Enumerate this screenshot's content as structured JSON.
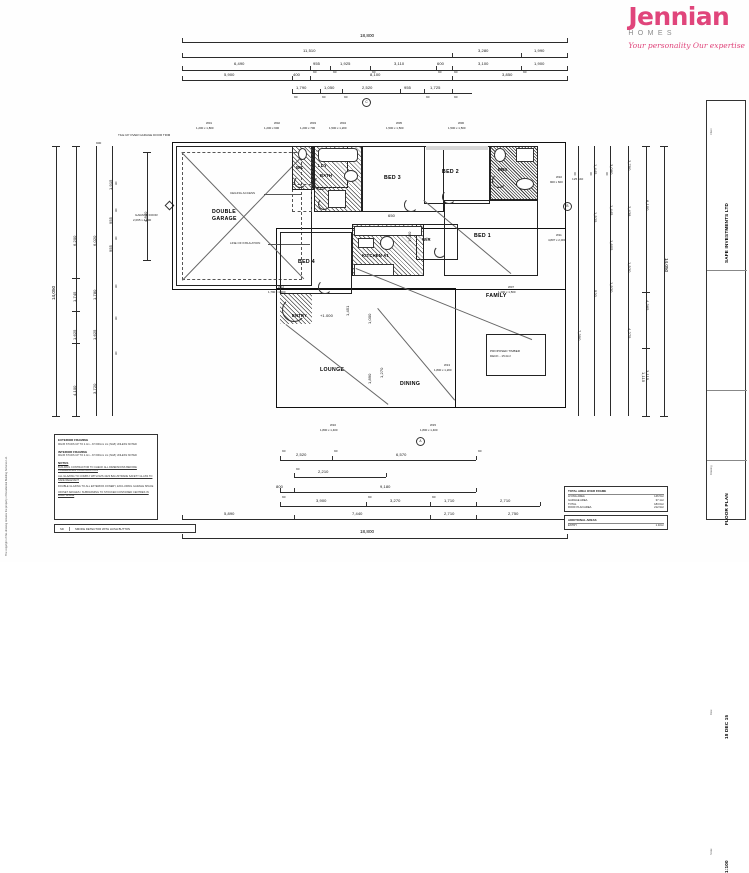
{
  "brand": {
    "name": "Jennian",
    "sub": "HOMES",
    "tagline": "Your personality Our expertise"
  },
  "title_block": {
    "client_label": "Client",
    "client": "SAFE INVESTMENTS LTD",
    "drawing_label": "Drawing",
    "drawing": "FLOOR PLAN",
    "date_label": "Date",
    "date": "18 DEC 15",
    "scale_label": "Scale",
    "scale": "1:100"
  },
  "rooms": [
    {
      "label": "DOUBLE",
      "label2": "GARAGE"
    },
    {
      "label": "LDY"
    },
    {
      "label": "WC"
    },
    {
      "label": "BATH"
    },
    {
      "label": "BED 3"
    },
    {
      "label": "BED 2"
    },
    {
      "label": "ENS"
    },
    {
      "label": "BED 1"
    },
    {
      "label": "W/R"
    },
    {
      "label": "BED 4"
    },
    {
      "label": "KITCHEN A1"
    },
    {
      "label": "ENTRY"
    },
    {
      "label": "FAMILY"
    },
    {
      "label": "LOUNGE"
    },
    {
      "label": "DINING"
    }
  ],
  "plan_notes": {
    "ceiling_access": "CEILING ACCESS",
    "line_of_insulation": "LINE OF INSULATION",
    "garage_door": "GARAGE DOOR",
    "garage_door_size": "2,095 x 4,800",
    "tile_up": "TILE UP",
    "tile_over": "TILE UP OVER GARAGE DOOR TRIM",
    "deck": "PROPOSED TIMBER",
    "deck_area": "DECK - 15.0m²",
    "entry_level": "+1.000",
    "dim_650": "650",
    "dim_1451": "1,451",
    "dim_1000": "1,000",
    "dim_1050": "1,050",
    "dim_1890": "1,890",
    "dim_1270": "1,270"
  },
  "dimensions": {
    "top": {
      "row1": [
        "18,800"
      ],
      "row2": [
        "11,510",
        "3,280",
        "1,990"
      ],
      "row3": [
        "6,490",
        "955",
        "1,925",
        "3,110",
        "600",
        "3,100",
        "1,900"
      ],
      "row4": [
        "5,900",
        "400",
        "8,100",
        "3,850"
      ],
      "row5": [
        "1,790",
        "1,050",
        "2,520",
        "955",
        "1,725"
      ],
      "thickness": "90"
    },
    "bottom": {
      "row1": [
        "2,520",
        "6,570"
      ],
      "row2": [
        "2,210"
      ],
      "row3": [
        "800",
        "9,180"
      ],
      "row4": [
        "3,900",
        "3,270",
        "1,710",
        "2,710"
      ],
      "row5": [
        "5,890",
        "7,440",
        "2,710",
        "2,750"
      ],
      "row6": [
        "18,800"
      ],
      "thickness": "90"
    },
    "left": {
      "overall": "14,050",
      "chainA": [
        "6,200",
        "1,745",
        "1,625",
        "4,100"
      ],
      "chainB": [
        "6,020",
        "1,780",
        "1,625",
        "3,720"
      ],
      "chainC": [
        "1,915",
        "955",
        "955",
        "600"
      ],
      "garage": [
        "4,840"
      ],
      "thickness": "90",
      "small": [
        "900",
        "90"
      ]
    },
    "right": {
      "overall": "14,050",
      "chainA": [
        "6,100",
        "4,365",
        "3,115"
      ],
      "chainB": [
        "2,790",
        "2,438",
        "1,920",
        "4,275"
      ],
      "chainC": [
        "3,080",
        "1,445",
        "1,605",
        "1,920"
      ],
      "chainD": [
        "1,445",
        "1,525",
        "520"
      ],
      "chainE": [
        "7,390",
        "1,115"
      ],
      "small": [
        "180",
        "125",
        "640",
        "90"
      ],
      "thickness": "90"
    }
  },
  "windows": [
    {
      "code": "W01",
      "size": "1,200 x 1,800"
    },
    {
      "code": "W02",
      "size": "1,200 x 600"
    },
    {
      "code": "W03",
      "size": "1,200 x 700"
    },
    {
      "code": "W04",
      "size": "1,500 x 1,200"
    },
    {
      "code": "W05",
      "size": "1,500 x 1,500"
    },
    {
      "code": "W06",
      "size": "1,500 x 1,500"
    },
    {
      "code": "W10",
      "size": "900 x 600"
    },
    {
      "code": "W11",
      "size": "4,80? x 2,000"
    },
    {
      "code": "W12",
      "size": "1,790 x 1,300"
    },
    {
      "code": "W13",
      "size": "1,800 x 1,200"
    },
    {
      "code": "W15",
      "size": "1,800 x 1,400"
    },
    {
      "code": "W16",
      "size": "1,800 x 1,400"
    },
    {
      "code": "W07",
      "size": "1,200 x 1,500"
    },
    {
      "code": "W08",
      "size": "900 x 600"
    }
  ],
  "notes_box": {
    "t1": "EXTERIOR FRAMING",
    "b1": "90x45 STUDS UP TO 2.4m - AT 600mm crs (SG8) UNLESS NOTED",
    "t2": "INTERIOR FRAMING",
    "b2": "90x45 STUDS UP TO 2.4m - AT 600mm crs (SG8) UNLESS NOTED",
    "t3": "NOTES",
    "b3": "BUILDING CONTRACTOR TO CHECK ALL DIMENSIONS BEFORE COMMENCING CONSTRUCTION",
    "b4": "ALL GLAZING TO COMPLY WITH NZS 4223 BALUSTRADE SAFETY GLASS TO SAFE RELEVANT",
    "b5": "DOUBLE GLAZING TO ALL EXTERIOR JOINERY, EXCLUDING GARAGE SPACE",
    "b6": "OFFSET ARCHES / SUBFRAMING TO STOCKED CONTAINED CENTRES IN WALL SPACE",
    "smoke_code": "SD",
    "smoke": "SMOKE DETECTOR WITH HUSH BUTTON"
  },
  "area_table": {
    "title": "TOTAL AREA OVER FRAME",
    "rows": [
      {
        "label": "LIVING AREA",
        "value": "146.5m²"
      },
      {
        "label": "GARAGE AREA",
        "value": "37.1m²"
      },
      {
        "label": "TOTAL",
        "value": "183.6m²"
      },
      {
        "label": "ROOF PLAN AREA",
        "value": "212.9m²"
      }
    ],
    "add_title": "ADDITIONAL AREAS",
    "add_rows": [
      {
        "label": "ENTRY",
        "value": "1.40m²"
      }
    ]
  },
  "grid_marks": [
    "A",
    "B",
    "C",
    "D",
    "E"
  ],
  "copyright": "The copyright of this drawing remains the property of Residential Building Services Ltd."
}
